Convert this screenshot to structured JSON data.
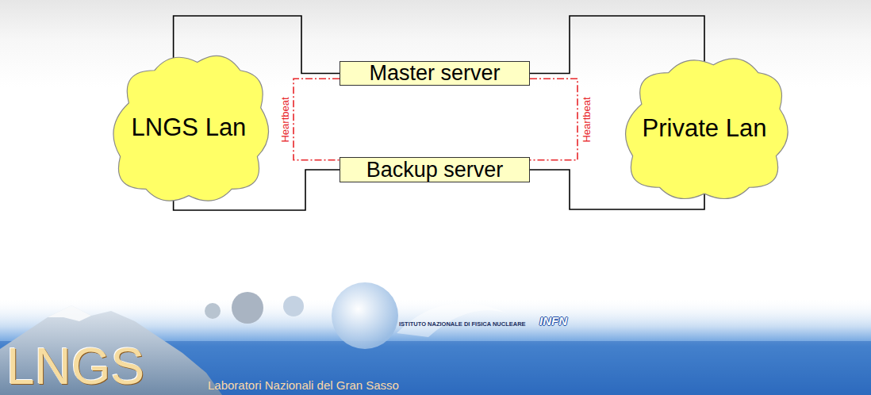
{
  "diagram": {
    "nodes": [
      {
        "text": [
          "LNGS Lan"
        ]
      },
      {
        "text": [
          "Master server"
        ]
      },
      {
        "text": [
          "Backup server"
        ]
      },
      {
        "text": [
          "Private Lan"
        ]
      }
    ],
    "edges": [
      {
        "from": 0,
        "to": 1,
        "arrow": "none"
      },
      {
        "from": 0,
        "to": 2,
        "arrow": "none"
      },
      {
        "from": 1,
        "to": 3,
        "arrow": "none"
      },
      {
        "from": 2,
        "to": 3,
        "arrow": "none"
      },
      {
        "from": 1,
        "to": 2,
        "label": "Heartbeat",
        "arrow": "none"
      },
      {
        "from": 1,
        "to": 2,
        "label": "Heartbeat",
        "arrow": "none"
      }
    ],
    "labels": [
      "ISTITUTO NAZIONALE DI FISICA NUCLEARE",
      "INFN",
      "LNGS",
      "Laboratori Nazionali del Gran Sasso"
    ]
  }
}
